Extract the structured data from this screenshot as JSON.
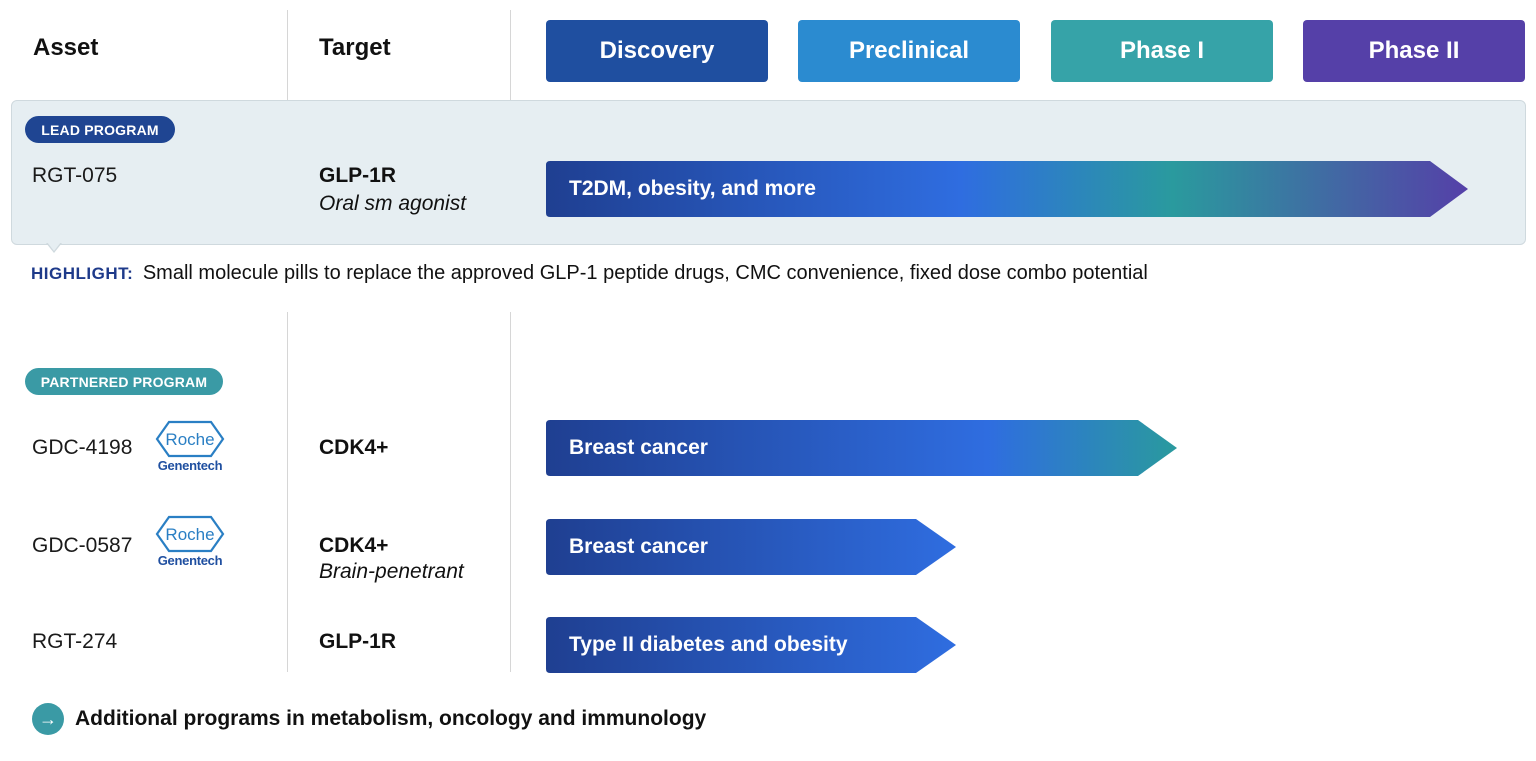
{
  "header": {
    "asset_label": "Asset",
    "target_label": "Target",
    "phases": [
      {
        "label": "Discovery",
        "color": "#1f4fa0"
      },
      {
        "label": "Preclinical",
        "color": "#2b8bd0"
      },
      {
        "label": "Phase I",
        "color": "#36a3a8"
      },
      {
        "label": "Phase II",
        "color": "#5540a8"
      }
    ]
  },
  "lead": {
    "badge": "LEAD PROGRAM",
    "badge_color": "#1f4592",
    "asset": "RGT-075",
    "target": "GLP-1R",
    "target_sub": "Oral sm agonist",
    "indication": "T2DM, obesity, and more",
    "stage_reached": "Phase II"
  },
  "highlight": {
    "key": "HIGHLIGHT:",
    "text": "Small molecule pills to replace the approved GLP-1 peptide drugs, CMC convenience, fixed dose combo potential"
  },
  "partnered": {
    "badge": "PARTNERED PROGRAM",
    "badge_color": "#3a9aa5",
    "rows": [
      {
        "asset": "GDC-4198",
        "partner_logo": "Roche",
        "partner_name": "Genentech",
        "target": "CDK4+",
        "target_sub": "",
        "indication": "Breast cancer",
        "stage_reached": "Phase I"
      },
      {
        "asset": "GDC-0587",
        "partner_logo": "Roche",
        "partner_name": "Genentech",
        "target": "CDK4+",
        "target_sub": "Brain-penetrant",
        "indication": "Breast cancer",
        "stage_reached": "Preclinical"
      },
      {
        "asset": "RGT-274",
        "partner_logo": "",
        "partner_name": "",
        "target": "GLP-1R",
        "target_sub": "",
        "indication": "Type II diabetes and obesity",
        "stage_reached": "Preclinical"
      }
    ]
  },
  "footer": {
    "icon": "arrow-right-icon",
    "text": "Additional programs in metabolism, oncology and immunology"
  },
  "colors": {
    "bar_start": "#1f3f91",
    "bar_mid": "#2f6de0",
    "bar_teal": "#2a9a9e",
    "bar_end": "#5540a8",
    "text_dark": "#111111",
    "divider": "#d6d6d6"
  }
}
